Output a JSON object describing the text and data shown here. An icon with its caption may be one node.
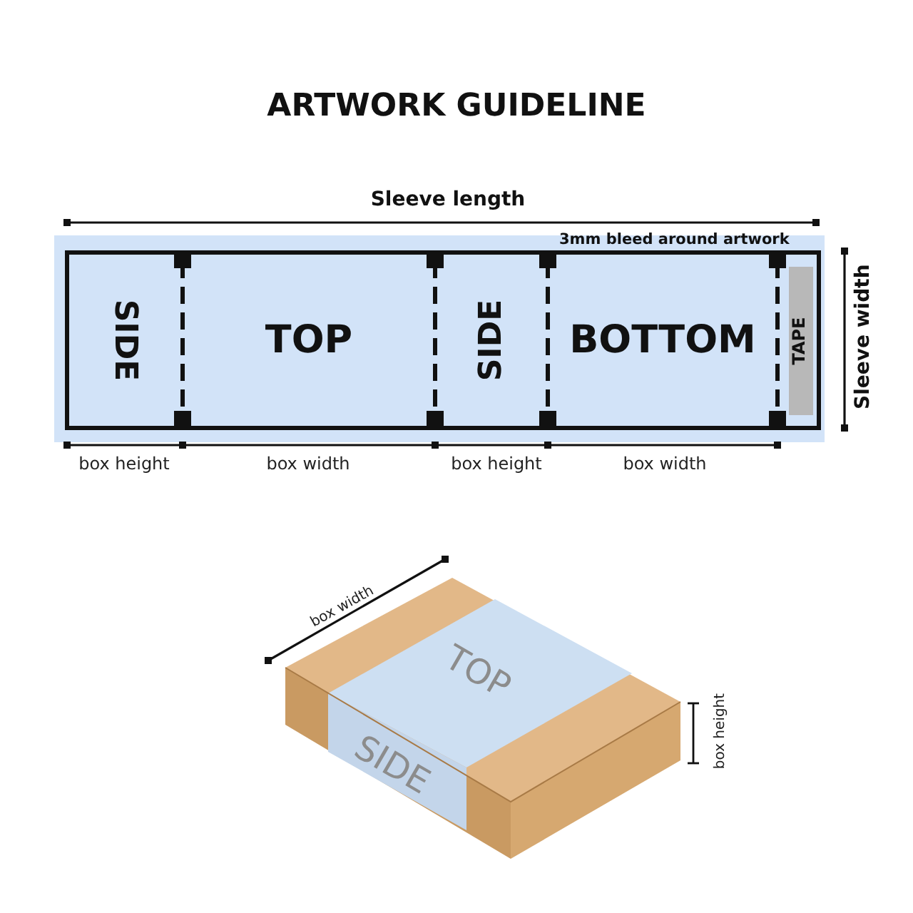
{
  "diagram": {
    "title": "ARTWORK GUIDELINE",
    "nodes": [
      {
        "text": [
          "SIDE"
        ]
      },
      {
        "text": [
          "TOP"
        ]
      },
      {
        "text": [
          "SIDE"
        ]
      },
      {
        "text": [
          "BOTTOM"
        ]
      },
      {
        "text": [
          "TAPE"
        ]
      }
    ],
    "labels": [
      "Sleeve length",
      "3mm bleed around artwork",
      "Sleeve width",
      "box height",
      "box width",
      "box height",
      "box width",
      "box width",
      "TOP",
      "SIDE",
      "box height"
    ]
  }
}
